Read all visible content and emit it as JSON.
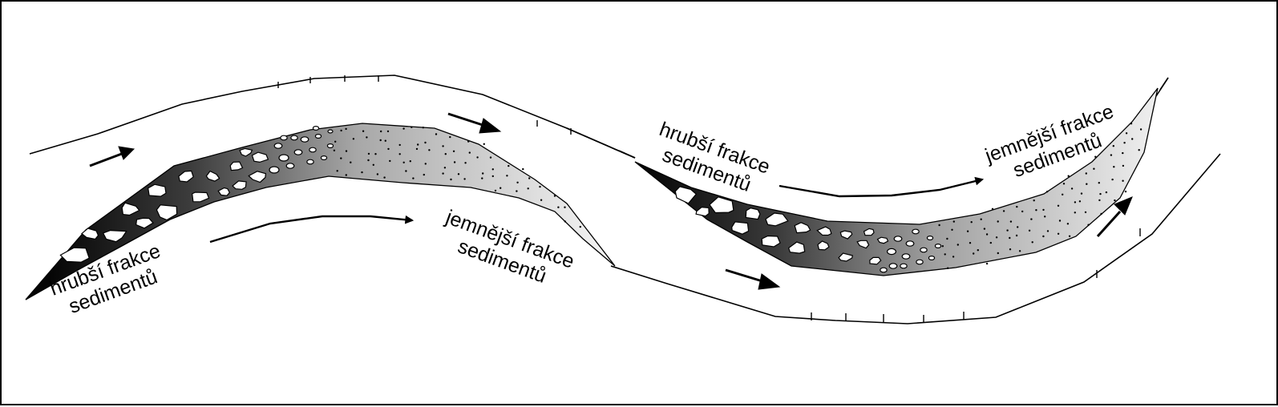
{
  "labels": {
    "coarse_left": {
      "line1": "hrubší frakce",
      "line2": "sedimentů"
    },
    "fine_left": {
      "line1": "jemnější frakce",
      "line2": "sedimentů"
    },
    "coarse_right": {
      "line1": "hrubší frakce",
      "line2": "sedimentů"
    },
    "fine_right": {
      "line1": "jemnější frakce",
      "line2": "sedimentů"
    }
  },
  "colors": {
    "coarse": "#0a0a0a",
    "fine": "#f2f2f2",
    "line": "#000000",
    "clast": "#ffffff"
  },
  "icons": [
    "flow-arrow-icon"
  ]
}
